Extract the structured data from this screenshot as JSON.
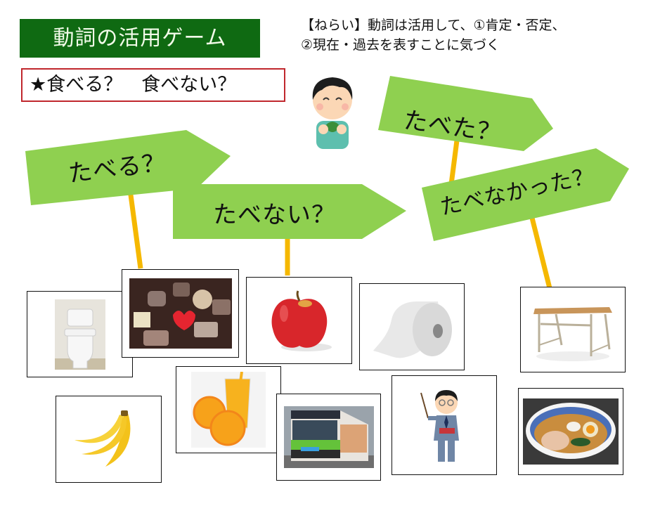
{
  "header": {
    "title": "動詞の活用ゲーム",
    "question": "★食べる？　食べない？",
    "aim_line1": "【ねらい】動詞は活用して、①肯定・否定、",
    "aim_line2": "②現在・過去を表すことに気づく"
  },
  "colors": {
    "title_bg": "#0f6a12",
    "title_text": "#f2fbe9",
    "question_border": "#c0272d",
    "sign_fill": "#8fd050",
    "pole": "#f5b800"
  },
  "signs": [
    {
      "id": "taberu",
      "label": "たべる？",
      "meaning": "affirmative present"
    },
    {
      "id": "tabenai",
      "label": "たべない？",
      "meaning": "negative present"
    },
    {
      "id": "tabeta",
      "label": "たべた？",
      "meaning": "affirmative past"
    },
    {
      "id": "tabenakatta",
      "label": "たべなかった？",
      "meaning": "negative past"
    }
  ],
  "mascot": {
    "name": "boy-eating-illustration"
  },
  "cards": [
    {
      "id": "toilet",
      "label": "toilet"
    },
    {
      "id": "chocolate",
      "label": "chocolates"
    },
    {
      "id": "apple",
      "label": "apple"
    },
    {
      "id": "toilet-paper",
      "label": "toilet paper"
    },
    {
      "id": "desk",
      "label": "desk"
    },
    {
      "id": "banana",
      "label": "bananas"
    },
    {
      "id": "orange-juice",
      "label": "orange juice"
    },
    {
      "id": "bus",
      "label": "bus"
    },
    {
      "id": "teacher",
      "label": "teacher"
    },
    {
      "id": "ramen",
      "label": "ramen"
    }
  ]
}
